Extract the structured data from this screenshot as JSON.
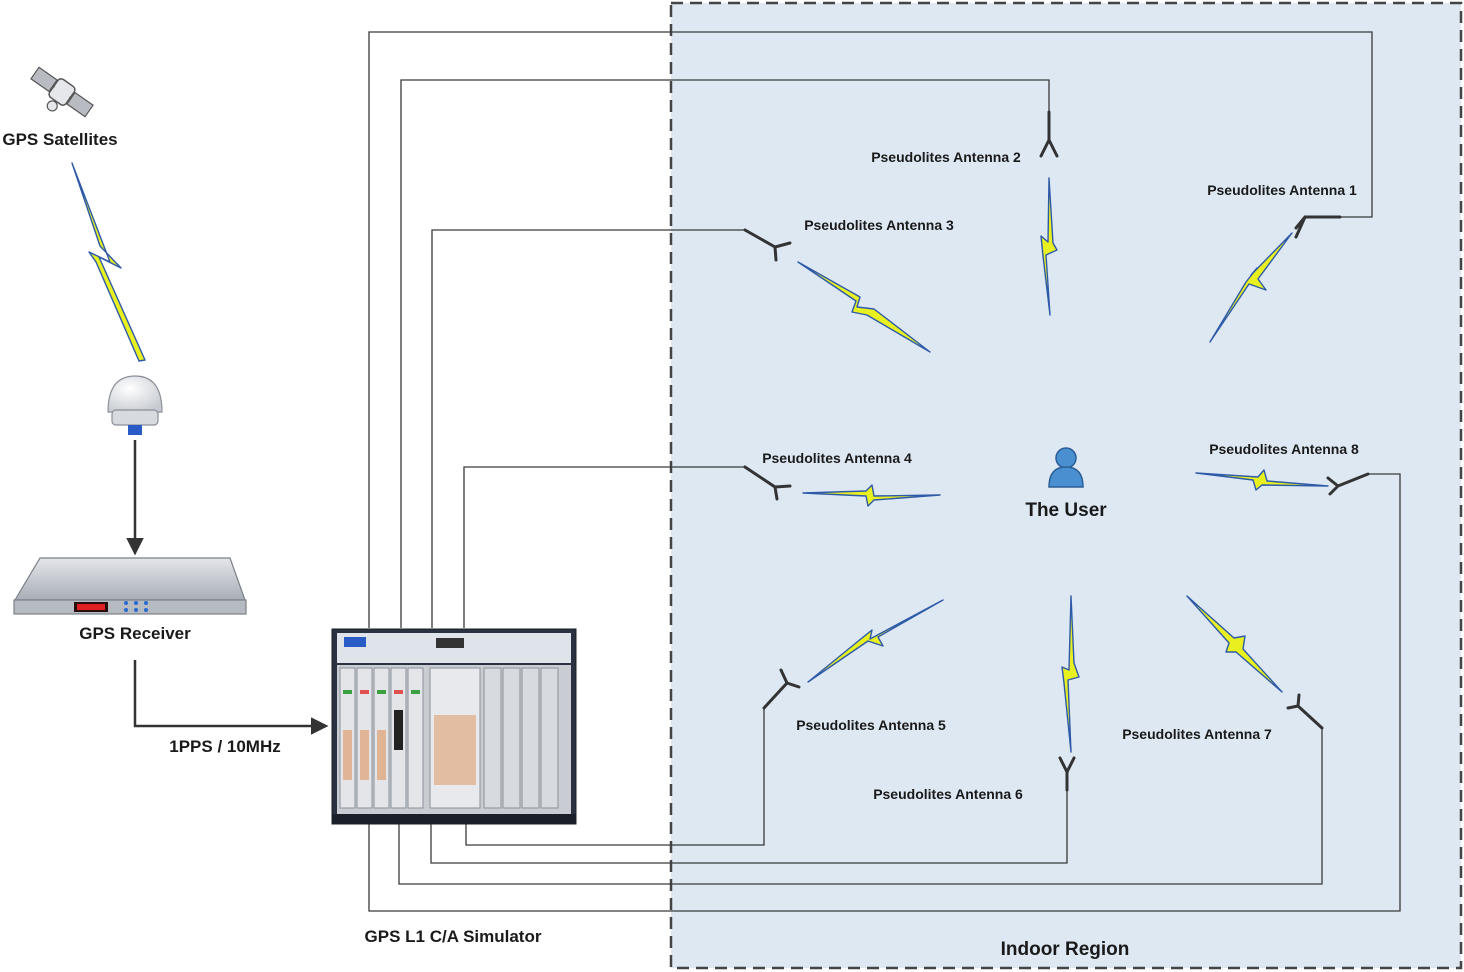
{
  "labels": {
    "gps_satellites": "GPS Satellites",
    "gps_receiver": "GPS Receiver",
    "timing_link": "1PPS / 10MHz",
    "simulator": "GPS L1 C/A Simulator",
    "indoor_region": "Indoor Region",
    "user": "The User"
  },
  "antennas": [
    {
      "id": 1,
      "label": "Pseudolites Antenna 1"
    },
    {
      "id": 2,
      "label": "Pseudolites Antenna 2"
    },
    {
      "id": 3,
      "label": "Pseudolites Antenna 3"
    },
    {
      "id": 4,
      "label": "Pseudolites Antenna 4"
    },
    {
      "id": 5,
      "label": "Pseudolites Antenna 5"
    },
    {
      "id": 6,
      "label": "Pseudolites Antenna 6"
    },
    {
      "id": 7,
      "label": "Pseudolites Antenna 7"
    },
    {
      "id": 8,
      "label": "Pseudolites Antenna 8"
    }
  ],
  "colors": {
    "indoor_fill": "#dde8f3",
    "indoor_border": "#444444",
    "signal_yellow": "#e8f020",
    "signal_blue": "#2f5aa8",
    "user_blue": "#4a90d0",
    "device_gray": "#c9cdd3"
  },
  "icons": [
    "satellite-icon",
    "gps-antenna-icon",
    "receiver-device-icon",
    "simulator-chassis-icon",
    "user-icon",
    "antenna-icon",
    "lightning-signal-icon"
  ]
}
